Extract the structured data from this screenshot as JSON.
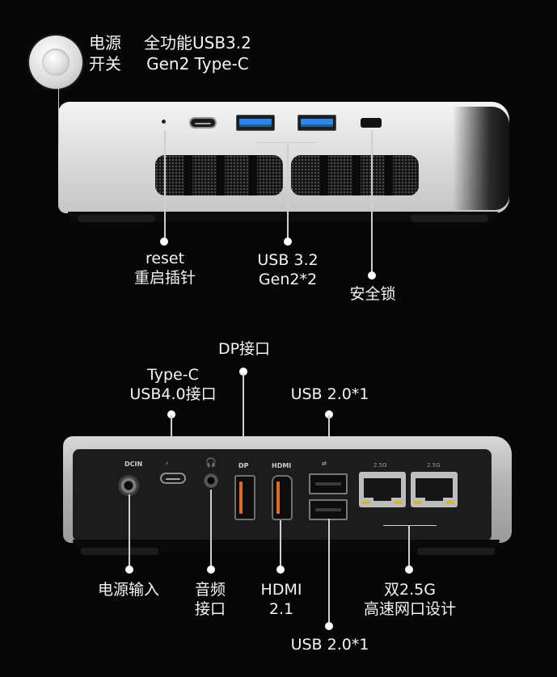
{
  "front": {
    "power_label_1": "电源",
    "power_label_2": "开关",
    "usbc_label_1": "全功能USB3.2",
    "usbc_label_2": "Gen2 Type-C",
    "reset_label_1": "reset",
    "reset_label_2": "重启插针",
    "usb32_label_1": "USB 3.2",
    "usb32_label_2": "Gen2*2",
    "lock_label": "安全锁"
  },
  "back": {
    "dp_label": "DP接口",
    "typec_label_1": "Type-C",
    "typec_label_2": "USB4.0接口",
    "usb20_top_label": "USB 2.0*1",
    "usb20_bottom_label": "USB 2.0*1",
    "dcin_label": "电源输入",
    "audio_label_1": "音频",
    "audio_label_2": "接口",
    "hdmi_label_1": "HDMI",
    "hdmi_label_2": "2.1",
    "lan_label_1": "双2.5G",
    "lan_label_2": "高速网口设计"
  },
  "silkscreen": {
    "dcin": "DCIN",
    "dp": "DP",
    "hdmi": "HDMI",
    "lan1": "2.5G",
    "lan2": "2.5G"
  },
  "colors": {
    "background": "#070707",
    "usb3_blue": "#2e86e9",
    "dp_accent": "#e06a2a",
    "led_yellow": "#d8b433"
  }
}
